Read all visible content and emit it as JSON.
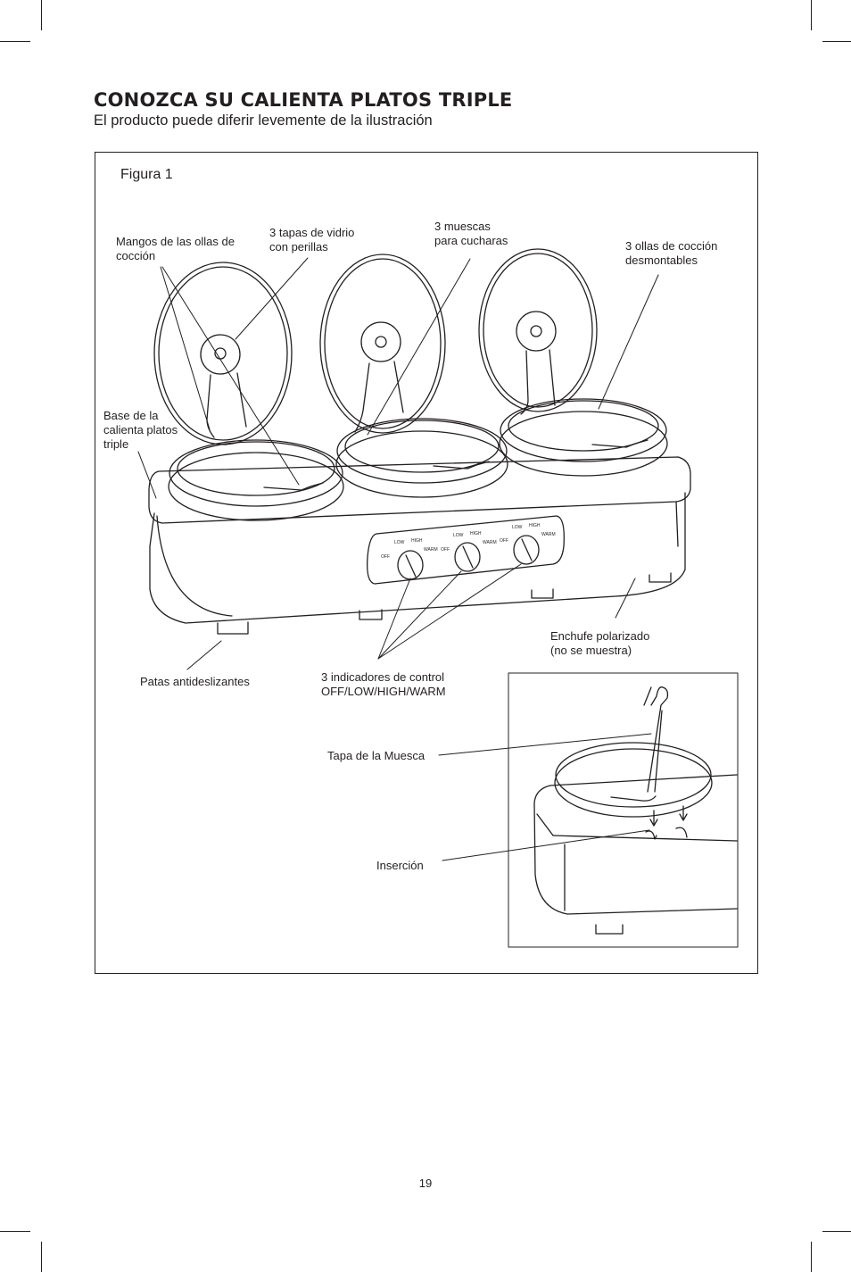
{
  "header": {
    "title": "CONOZCA SU CALIENTA PLATOS TRIPLE",
    "subtitle": "El producto puede diferir levemente de la ilustración"
  },
  "figure": {
    "caption": "Figura 1",
    "callouts": {
      "pot_handles": [
        "Mangos de las ollas de",
        "cocción"
      ],
      "glass_lids": [
        "3 tapas de vidrio",
        "con perillas"
      ],
      "spoon_notches": [
        "3 muescas",
        "para cucharas"
      ],
      "removable_pots": [
        "3 ollas de cocción",
        "desmontables"
      ],
      "base": [
        "Base de la",
        "calienta platos",
        "triple"
      ],
      "feet": "Patas antideslizantes",
      "controls": [
        "3 indicadores de control",
        "OFF/LOW/HIGH/WARM"
      ],
      "plug": [
        "Enchufe polarizado",
        "(no se muestra)"
      ],
      "notch_lid": "Tapa de la Muesca",
      "insertion": "Inserción"
    },
    "dial_labels": {
      "off": "OFF",
      "low": "LOW",
      "high": "HIGH",
      "warm": "WARM"
    }
  },
  "page": {
    "number": "19"
  }
}
